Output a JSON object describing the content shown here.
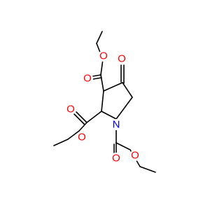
{
  "molecule": {
    "atoms": {
      "o_ketone": {
        "symbol": "O"
      },
      "o_c3_carb": {
        "symbol": "O"
      },
      "o_c3_ether": {
        "symbol": "O"
      },
      "o_c2_carb": {
        "symbol": "O"
      },
      "o_c2_ether": {
        "symbol": "O"
      },
      "n_ring": {
        "symbol": "N"
      },
      "o_n_carb": {
        "symbol": "O"
      },
      "o_n_ether": {
        "symbol": "O"
      }
    }
  },
  "colors": {
    "carbon_bond": "#000000",
    "oxygen": "#ff0000",
    "nitrogen": "#0000ff",
    "background": "#ffffff"
  }
}
